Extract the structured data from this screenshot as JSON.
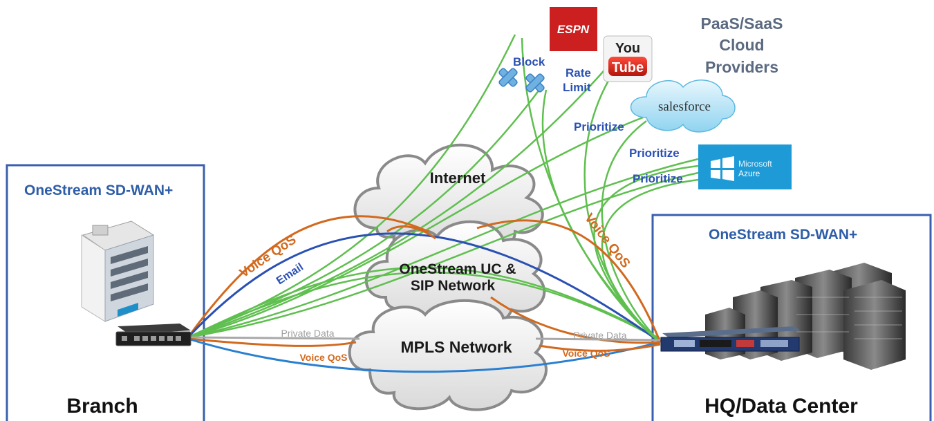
{
  "branch": {
    "brand": "OneStream SD-WAN+",
    "label": "Branch"
  },
  "hq": {
    "brand": "OneStream SD-WAN+",
    "label": "HQ/Data Center"
  },
  "clouds": {
    "internet": "Internet",
    "uc_line1": "OneStream UC &",
    "uc_line2": "SIP Network",
    "mpls": "MPLS Network"
  },
  "providers": {
    "heading_line1": "PaaS/SaaS",
    "heading_line2": "Cloud",
    "heading_line3": "Providers",
    "espn": "ESPN",
    "youtube_you": "You",
    "youtube_tube": "Tube",
    "salesforce": "salesforce",
    "azure_line1": "Microsoft",
    "azure_line2": "Azure"
  },
  "policies": {
    "block": "Block",
    "rate_limit_line1": "Rate",
    "rate_limit_line2": "Limit",
    "prioritize_salesforce": "Prioritize",
    "prioritize_azure_1": "Prioritize",
    "prioritize_azure_2": "Prioritize"
  },
  "links": {
    "voice_qos_left": "Voice QoS",
    "email": "Email",
    "voice_qos_right": "Voice QoS",
    "private_data_left": "Private Data",
    "voice_qos_mpls_left": "Voice QoS",
    "private_data_right": "Private Data",
    "voice_qos_mpls_right": "Voice QoS"
  },
  "colors": {
    "frame": "#3a5fae",
    "brand_text": "#2f5ea8",
    "green": "#5fbf4f",
    "orange": "#d2691e",
    "blue": "#2a50b3",
    "grey": "#a8a8a8",
    "espn": "#cc1f1f",
    "azure": "#1e9bd7"
  }
}
